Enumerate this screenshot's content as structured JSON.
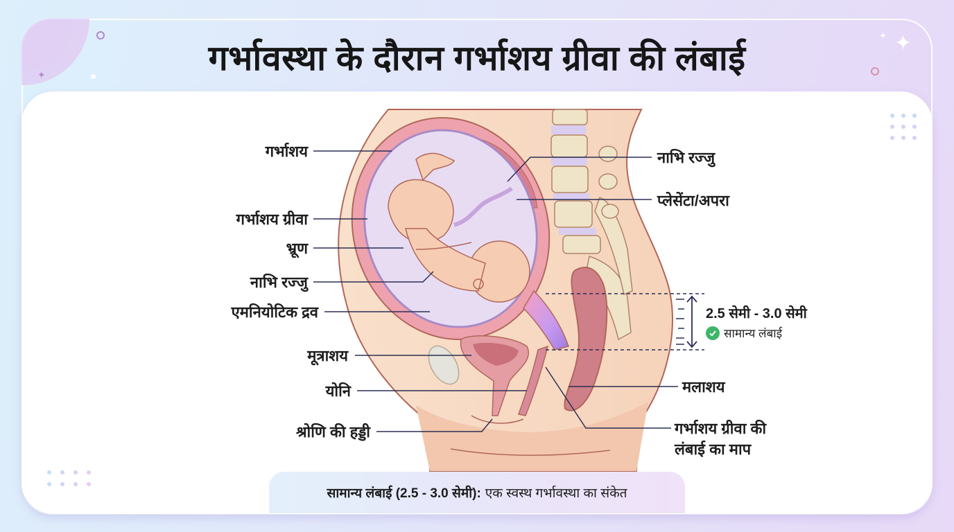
{
  "title": "गर्भावस्था के दौरान गर्भाशय ग्रीवा की लंबाई",
  "labels_left": [
    {
      "id": "uterus",
      "text": "गर्भाशय"
    },
    {
      "id": "cervix",
      "text": "गर्भाशय ग्रीवा"
    },
    {
      "id": "fetus",
      "text": "भ्रूण"
    },
    {
      "id": "umbilical_cord_left",
      "text": "नाभि रज्जु"
    },
    {
      "id": "amniotic_fluid",
      "text": "एमनियोटिक द्रव"
    },
    {
      "id": "bladder",
      "text": "मूत्राशय"
    },
    {
      "id": "vagina",
      "text": "योनि"
    },
    {
      "id": "pelvic_bone",
      "text": "श्रोणि की हड्डी"
    }
  ],
  "labels_right": [
    {
      "id": "umbilical_cord_right",
      "text": "नाभि रज्जु"
    },
    {
      "id": "placenta",
      "text": "प्लेसेंटा/अपरा"
    },
    {
      "id": "rectum",
      "text": "मलाशय"
    },
    {
      "id": "cervical_length_line1",
      "text": "गर्भाशय ग्रीवा की"
    },
    {
      "id": "cervical_length_line2",
      "text": "लंबाई का माप"
    }
  ],
  "measurement": {
    "range": "2.5 सेमी - 3.0 सेमी",
    "status": "सामान्य लंबाई",
    "status_icon": "check-circle-icon",
    "status_color": "#3fb56a"
  },
  "footer": {
    "bold": "सामान्य लंबाई (2.5 - 3.0 सेमी):",
    "text": "एक स्वस्थ गर्भावस्था का संकेत"
  },
  "colors": {
    "skin": "#f8dcc4",
    "skin_dark": "#f2c4a8",
    "uterus_wall": "#eea2ad",
    "amniotic": "#e7dcf2",
    "outline": "#a5574a",
    "leader_line": "#2b2f55",
    "cervix_highlight": "#c58ef0"
  }
}
